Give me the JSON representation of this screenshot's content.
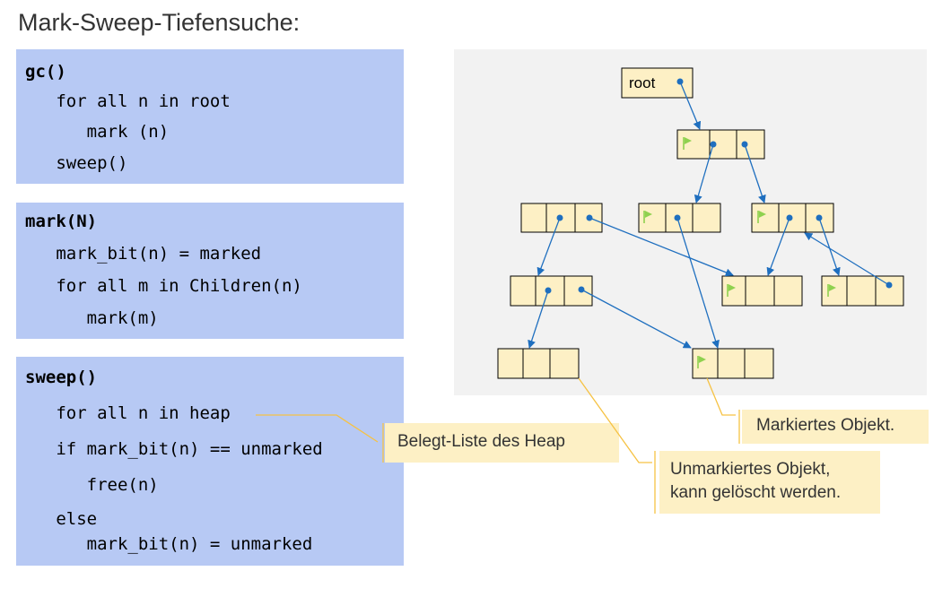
{
  "title": "Mark-Sweep-Tiefensuche:",
  "code_blocks": {
    "gc": {
      "lines": [
        "gc()",
        "   for all n in root",
        "      mark (n)",
        "   sweep()"
      ]
    },
    "mark": {
      "lines": [
        "mark(N)",
        "   mark_bit(n) = marked",
        "   for all m in Children(n)",
        "      mark(m)"
      ]
    },
    "sweep": {
      "lines": [
        "sweep()",
        "   for all n in heap",
        "   if mark_bit(n) == unmarked",
        "      free(n)",
        "   else",
        "      mark_bit(n) = unmarked"
      ]
    }
  },
  "diagram": {
    "root_label": "root"
  },
  "callouts": {
    "heap_list": "Belegt-Liste des Heap",
    "marked": "Markiertes Objekt.",
    "unmarked_line1": "Unmarkiertes Objekt,",
    "unmarked_line2": "kann gelöscht werden."
  },
  "colors": {
    "code_bg": "#b7c9f4",
    "cell_fill": "#fdf0c5",
    "arrow": "#1f6fbf",
    "flag": "#8fd14f",
    "callout_line": "#f6c243"
  }
}
